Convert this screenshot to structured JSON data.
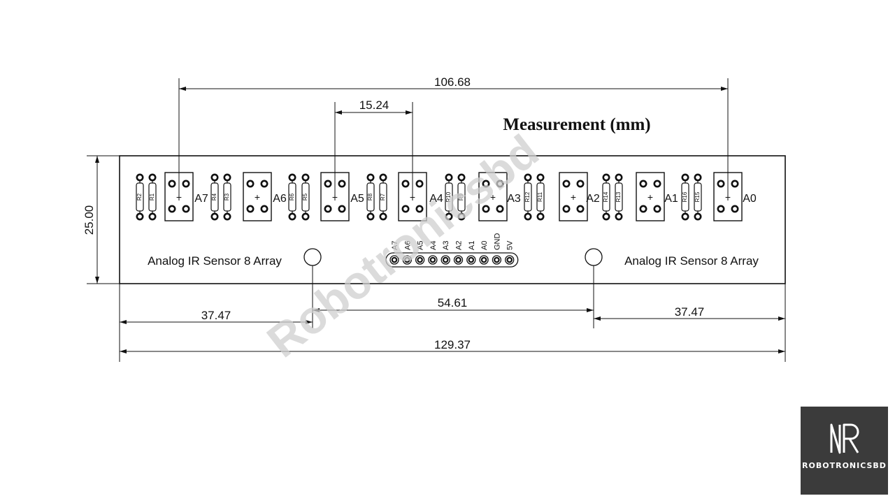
{
  "title": "Measurement (mm)",
  "watermark": "Robotronicsbd",
  "dimensions": {
    "top_span": "106.68",
    "pitch": "15.24",
    "height": "25.00",
    "left_offset": "37.47",
    "hole_spacing": "54.61",
    "right_offset": "37.47",
    "total_length": "129.37"
  },
  "board": {
    "label_left": "Analog IR Sensor 8 Array",
    "label_right": "Analog IR Sensor 8 Array",
    "sensor_channels": [
      "A7",
      "A6",
      "A5",
      "A4",
      "A3",
      "A2",
      "A1",
      "A0"
    ],
    "resistor_pairs": [
      [
        "R2",
        "R1"
      ],
      [
        "R4",
        "R3"
      ],
      [
        "R6",
        "R5"
      ],
      [
        "R8",
        "R7"
      ],
      [
        "R10",
        "R9"
      ],
      [
        "R12",
        "R11"
      ],
      [
        "R14",
        "R13"
      ],
      [
        "R16",
        "R15"
      ]
    ],
    "sensor_plus": "+",
    "header_pins": [
      "A7",
      "A6",
      "A5",
      "A4",
      "A3",
      "A2",
      "A1",
      "A0",
      "GND",
      "5V"
    ]
  },
  "logo": {
    "icon": "rr-monogram-icon",
    "text": "ROBOTRONICSBD"
  }
}
